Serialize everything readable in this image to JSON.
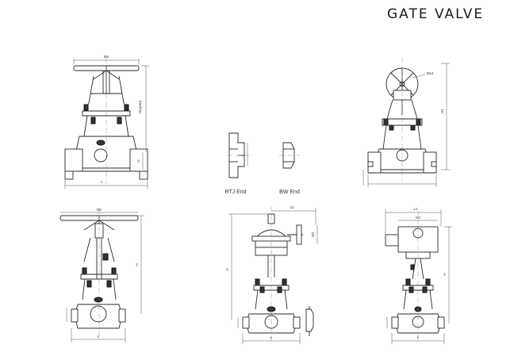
{
  "title": "GATE VALVE",
  "colors": {
    "line": "#2a2a2a",
    "background": "#ffffff"
  },
  "views": {
    "handwheel_flanged": {
      "dims": {
        "width": "Bw",
        "height": "H(open)",
        "length": "L",
        "side": "D"
      }
    },
    "bevel_gear": {
      "dims": {
        "wheel": "Bw1",
        "height": "H1"
      }
    },
    "end_details": {
      "rtj_label": "RTJ End",
      "bw_label": "BW End"
    },
    "handwheel_bw": {
      "dims": {
        "width": "D0",
        "height": "H",
        "length": "L"
      }
    },
    "actuator": {
      "dims": {
        "width": "L0",
        "height": "H",
        "side": "D0",
        "length": "L"
      }
    },
    "electric": {
      "dims": {
        "width1": "L1",
        "width2": "D0",
        "height": "H",
        "length": "L"
      }
    }
  }
}
